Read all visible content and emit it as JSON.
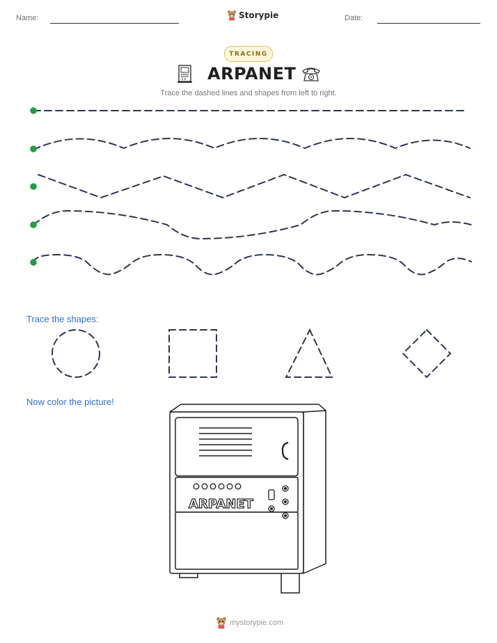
{
  "header": {
    "name_label": "Name:",
    "date_label": "Date:",
    "brand": "Storypie"
  },
  "badge": "TRACING",
  "title": "ARPANET",
  "instruction": "Trace the dashed lines and shapes from left to right.",
  "shapes_heading": "Trace the shapes:",
  "color_heading": "Now color the picture!",
  "machine_label": "ARPANET",
  "footer": "mystorypie.com",
  "colors": {
    "start_dot": "#1e9e45",
    "dash": "#2e3550",
    "heading_blue": "#2f6fd6",
    "badge_border": "#e3c06b"
  }
}
